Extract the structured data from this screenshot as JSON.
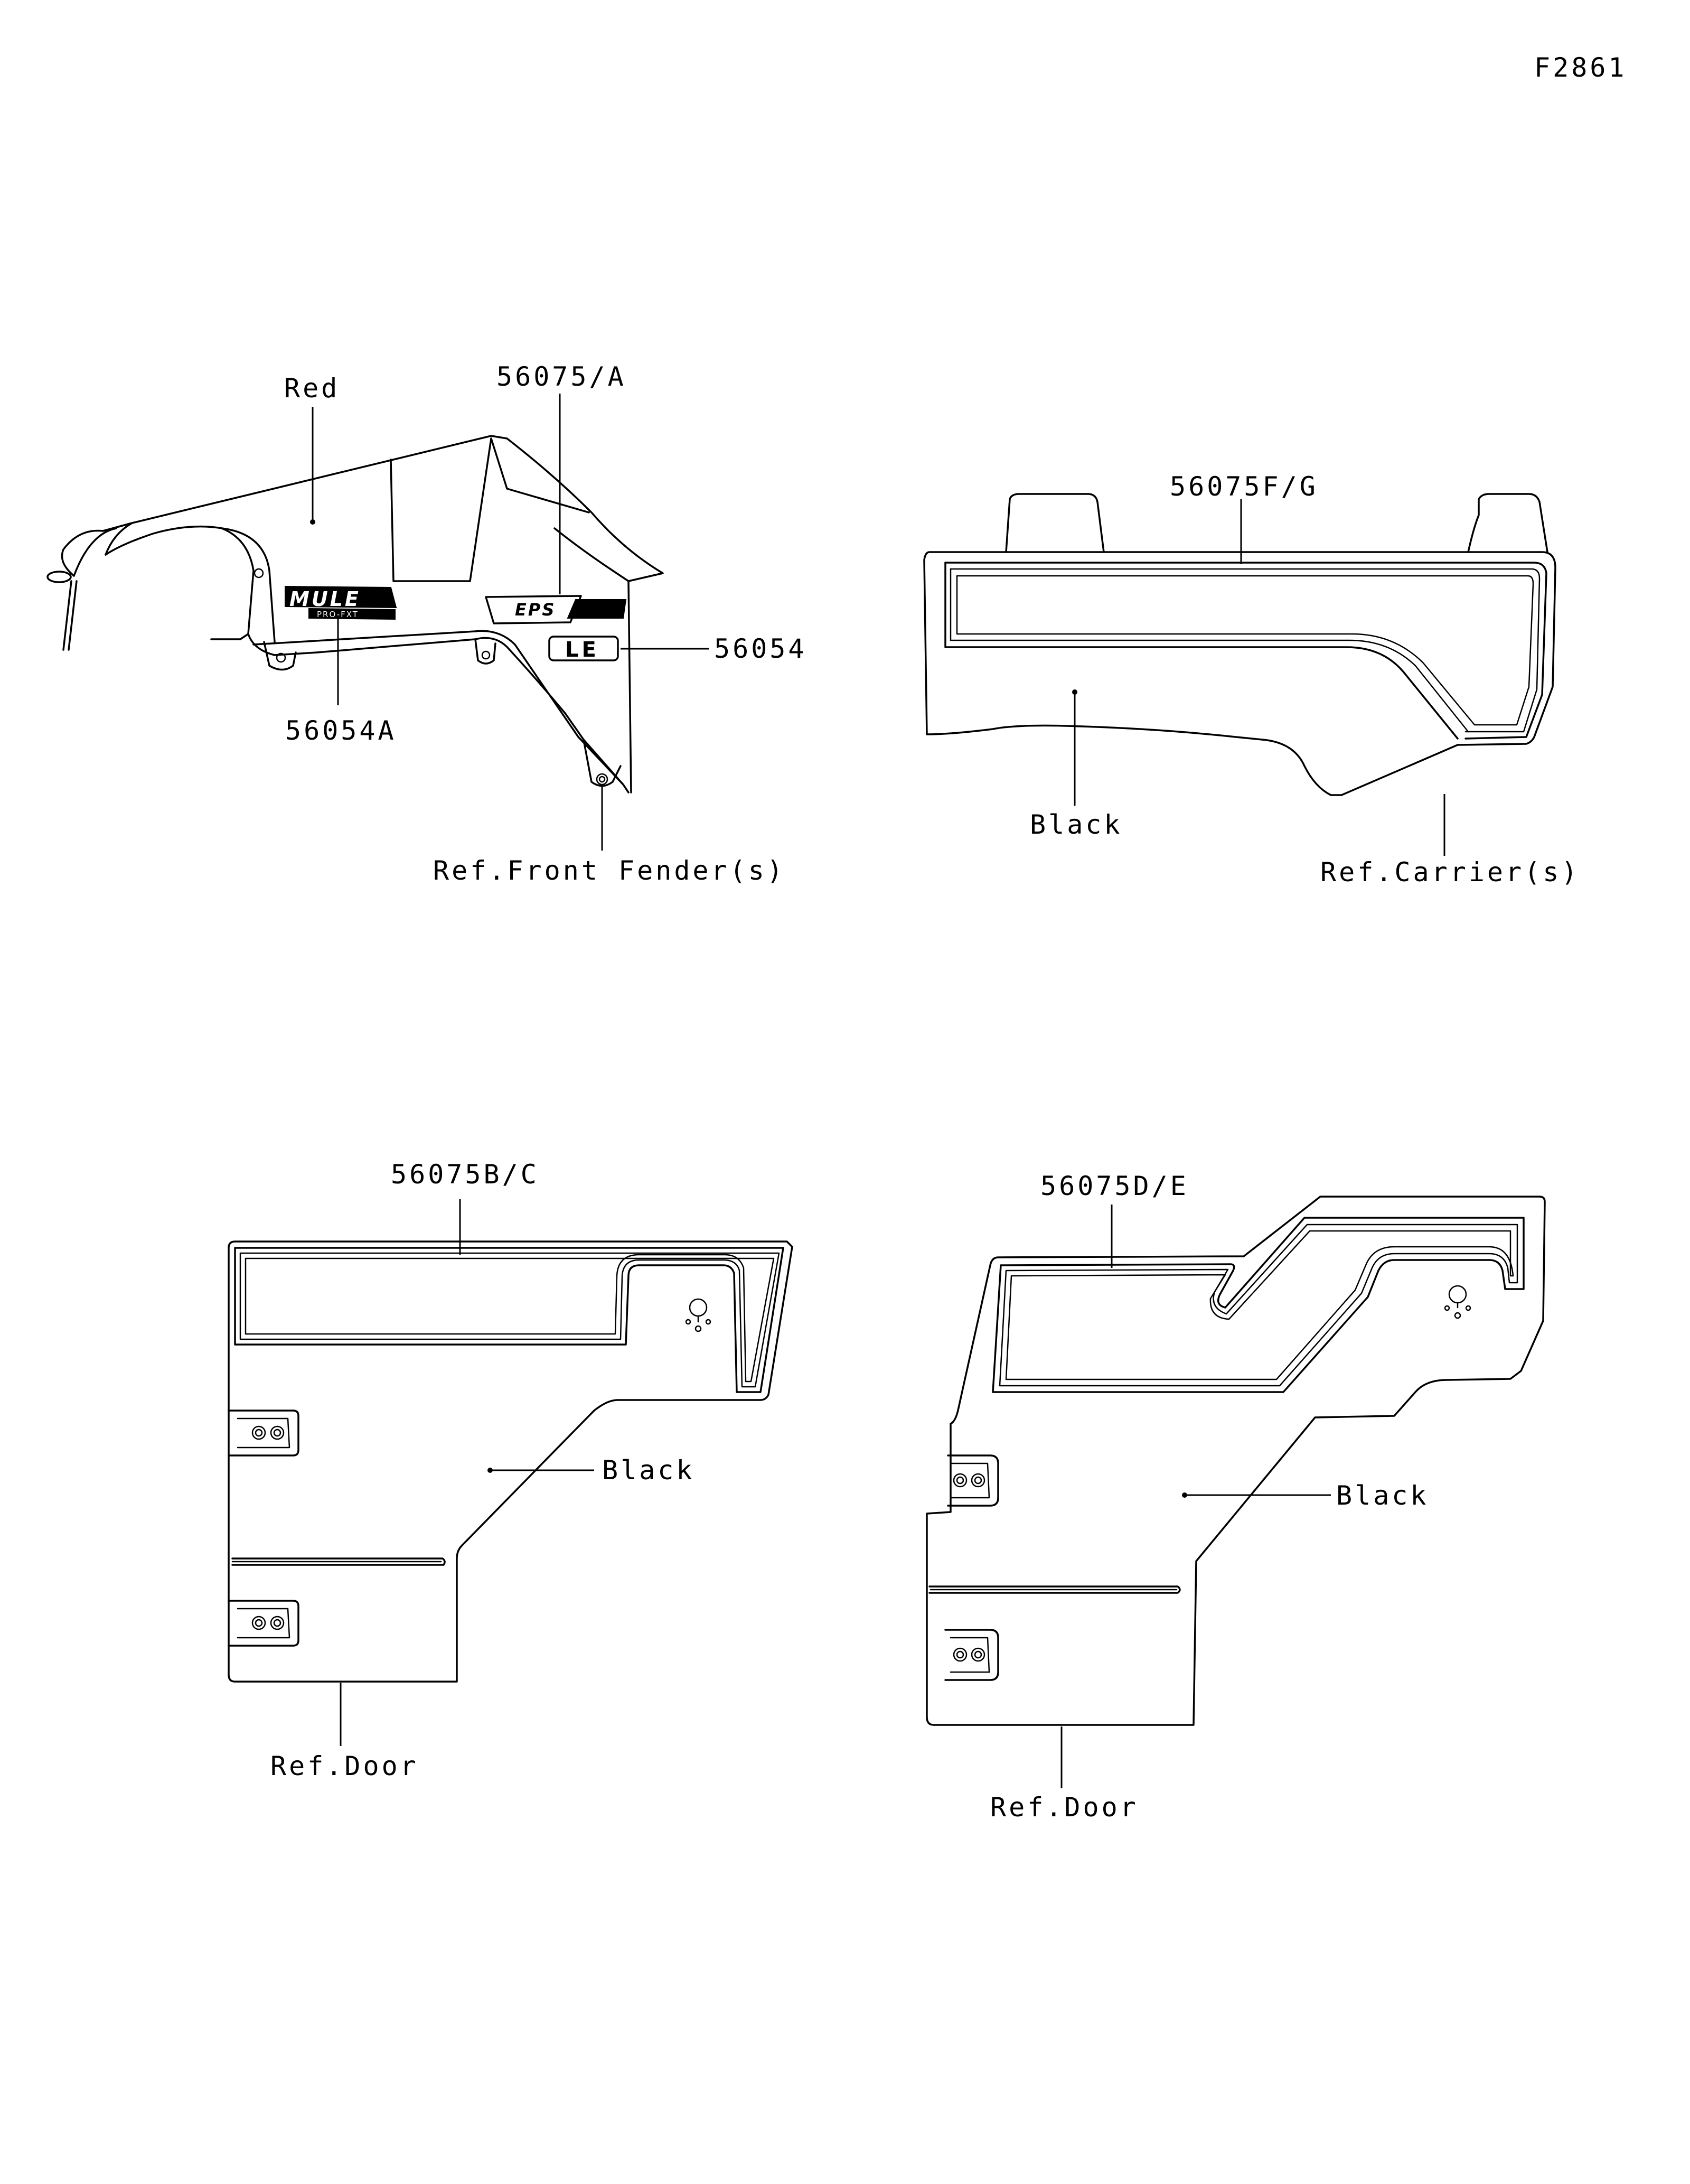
{
  "figure_id": "F2861",
  "groups": {
    "front_fender": {
      "ref": "Ref.Front Fender(s)",
      "color_label": "Red",
      "part_top": "56075/A",
      "part_le": "56054",
      "part_mule": "56054A",
      "logo_mule": "MULE",
      "logo_sub": "PRO-FXT",
      "logo_eps": "EPS",
      "logo_le": "LE"
    },
    "carrier": {
      "ref": "Ref.Carrier(s)",
      "color_label": "Black",
      "part": "56075F/G"
    },
    "door_left": {
      "ref": "Ref.Door",
      "color_label": "Black",
      "part": "56075B/C"
    },
    "door_right": {
      "ref": "Ref.Door",
      "color_label": "Black",
      "part": "56075D/E"
    }
  }
}
